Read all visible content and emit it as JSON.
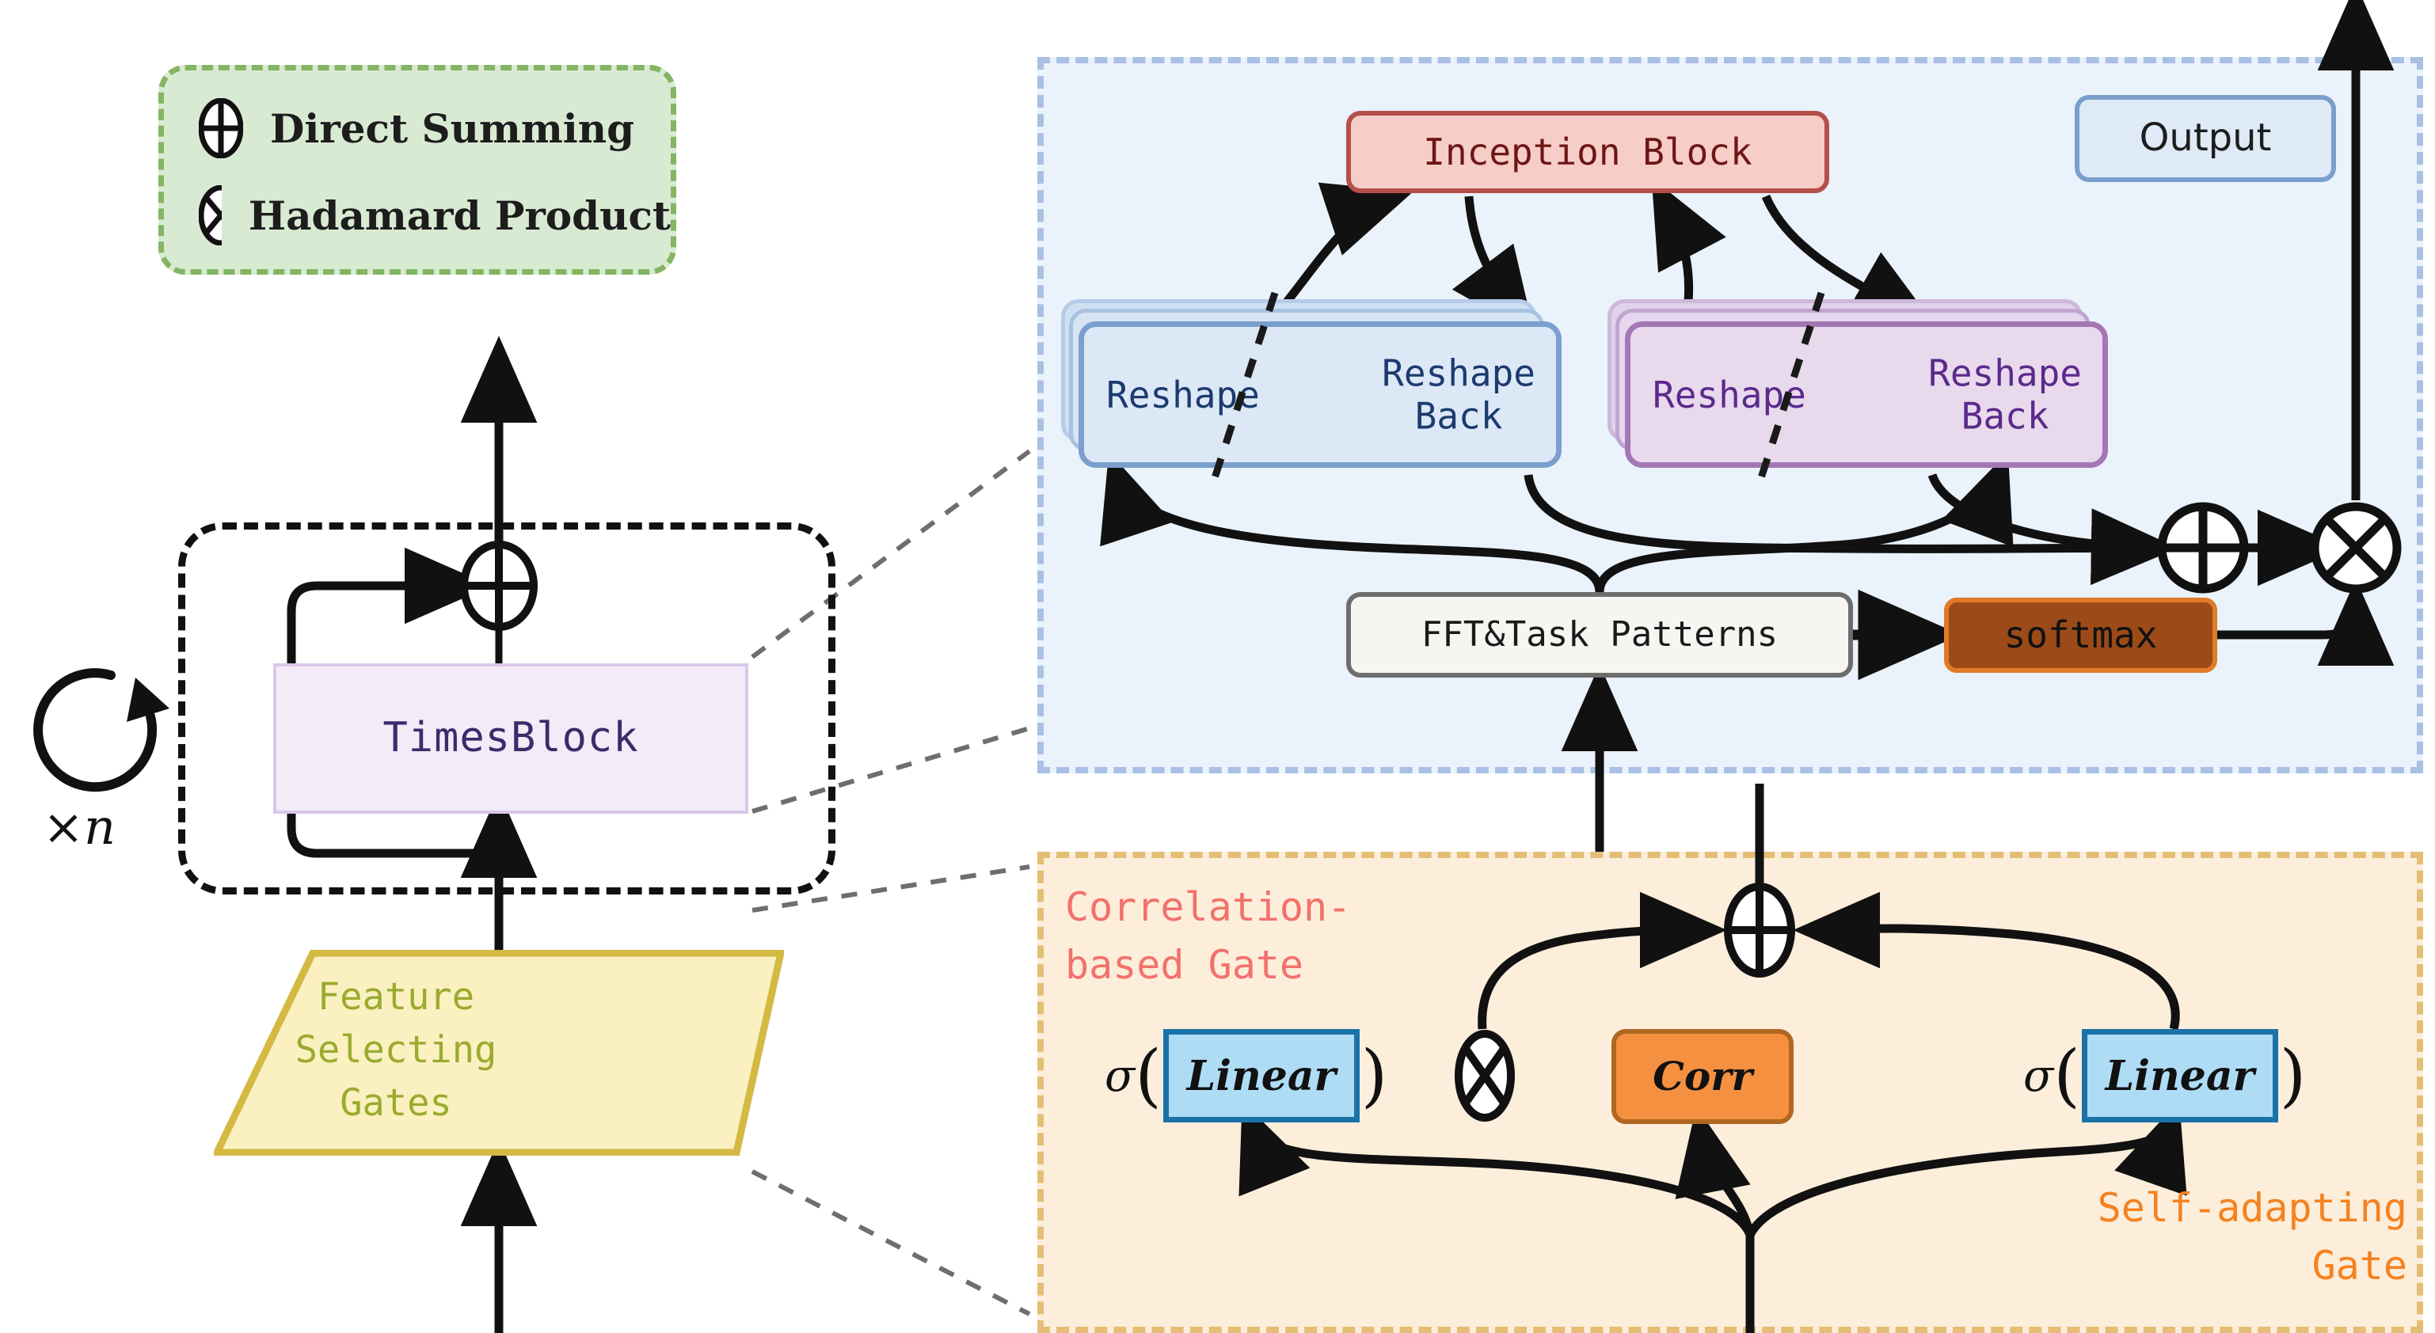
{
  "legend": {
    "items": [
      {
        "icon": "circle-plus-icon",
        "label": "Direct Summing"
      },
      {
        "icon": "circle-times-icon",
        "label": "Hadamard Product"
      }
    ]
  },
  "left_column": {
    "repeat_label": "×n",
    "timesblock": {
      "label": "TimesBlock"
    },
    "feature_gates": {
      "line1": "Feature",
      "line2": "Selecting",
      "line3": "Gates"
    },
    "sum_operator": "⊕"
  },
  "blue_panel": {
    "inception": {
      "label": "Inception Block"
    },
    "output": {
      "label": "Output"
    },
    "reshape_blue": {
      "left_label": "Reshape",
      "right_label_line1": "Reshape",
      "right_label_line2": "Back"
    },
    "reshape_purple": {
      "left_label": "Reshape",
      "right_label_line1": "Reshape",
      "right_label_line2": "Back"
    },
    "fft": {
      "label": "FFT&Task Patterns"
    },
    "softmax": {
      "label": "softmax"
    },
    "sum_operator": "⊕",
    "hadamard_operator": "⊗"
  },
  "orange_panel": {
    "corr_gate_label_line1": "Correlation-",
    "corr_gate_label_line2": "based Gate",
    "self_gate_label_line1": "Self-adapting",
    "self_gate_label_line2": "Gate",
    "left_sigma": {
      "sigma": "σ",
      "open": "(",
      "linear": "Linear",
      "close": ")"
    },
    "right_sigma": {
      "sigma": "σ",
      "open": "(",
      "linear": "Linear",
      "close": ")"
    },
    "corr": {
      "label": "Corr"
    },
    "hadamard_operator": "⊗",
    "sum_operator": "⊕"
  },
  "colors": {
    "legend_fill": "#d9ead3",
    "legend_border": "#84b563",
    "timesblock_fill": "#f3ebf7",
    "timesblock_border": "#d9c7e8",
    "timesblock_text": "#3d2a6b",
    "gates_fill": "#faf0c0",
    "gates_border": "#d4b942",
    "gates_text": "#9aab2e",
    "blue_panel_fill": "#eaf2fb",
    "blue_panel_border": "#a9c0e4",
    "inception_fill": "#f7cdc8",
    "inception_border": "#b4504a",
    "inception_text": "#6d1714",
    "reshape_blue_fill": "#dce8f6",
    "reshape_blue_border": "#7b9fcc",
    "reshape_blue_text": "#1c3a6e",
    "reshape_purple_fill": "#e8d9ec",
    "reshape_purple_border": "#a477b3",
    "reshape_purple_text": "#5b2a8c",
    "fft_fill": "#f5f5f2",
    "fft_border": "#6d6d6d",
    "softmax_fill": "#9c4a18",
    "softmax_border": "#e07a28",
    "output_fill": "#dfeaf7",
    "output_border": "#7b9fcc",
    "orange_panel_fill": "#fdeedb",
    "orange_panel_border": "#e3be74",
    "corr_gate_text": "#f2716c",
    "self_gate_text": "#f58220",
    "corr_fill": "#f59040",
    "corr_border": "#b06820",
    "linear_fill": "#aedcf5",
    "linear_border": "#1a72a8",
    "arrow": "#111111",
    "connector_dashed": "#6e6e6e"
  }
}
